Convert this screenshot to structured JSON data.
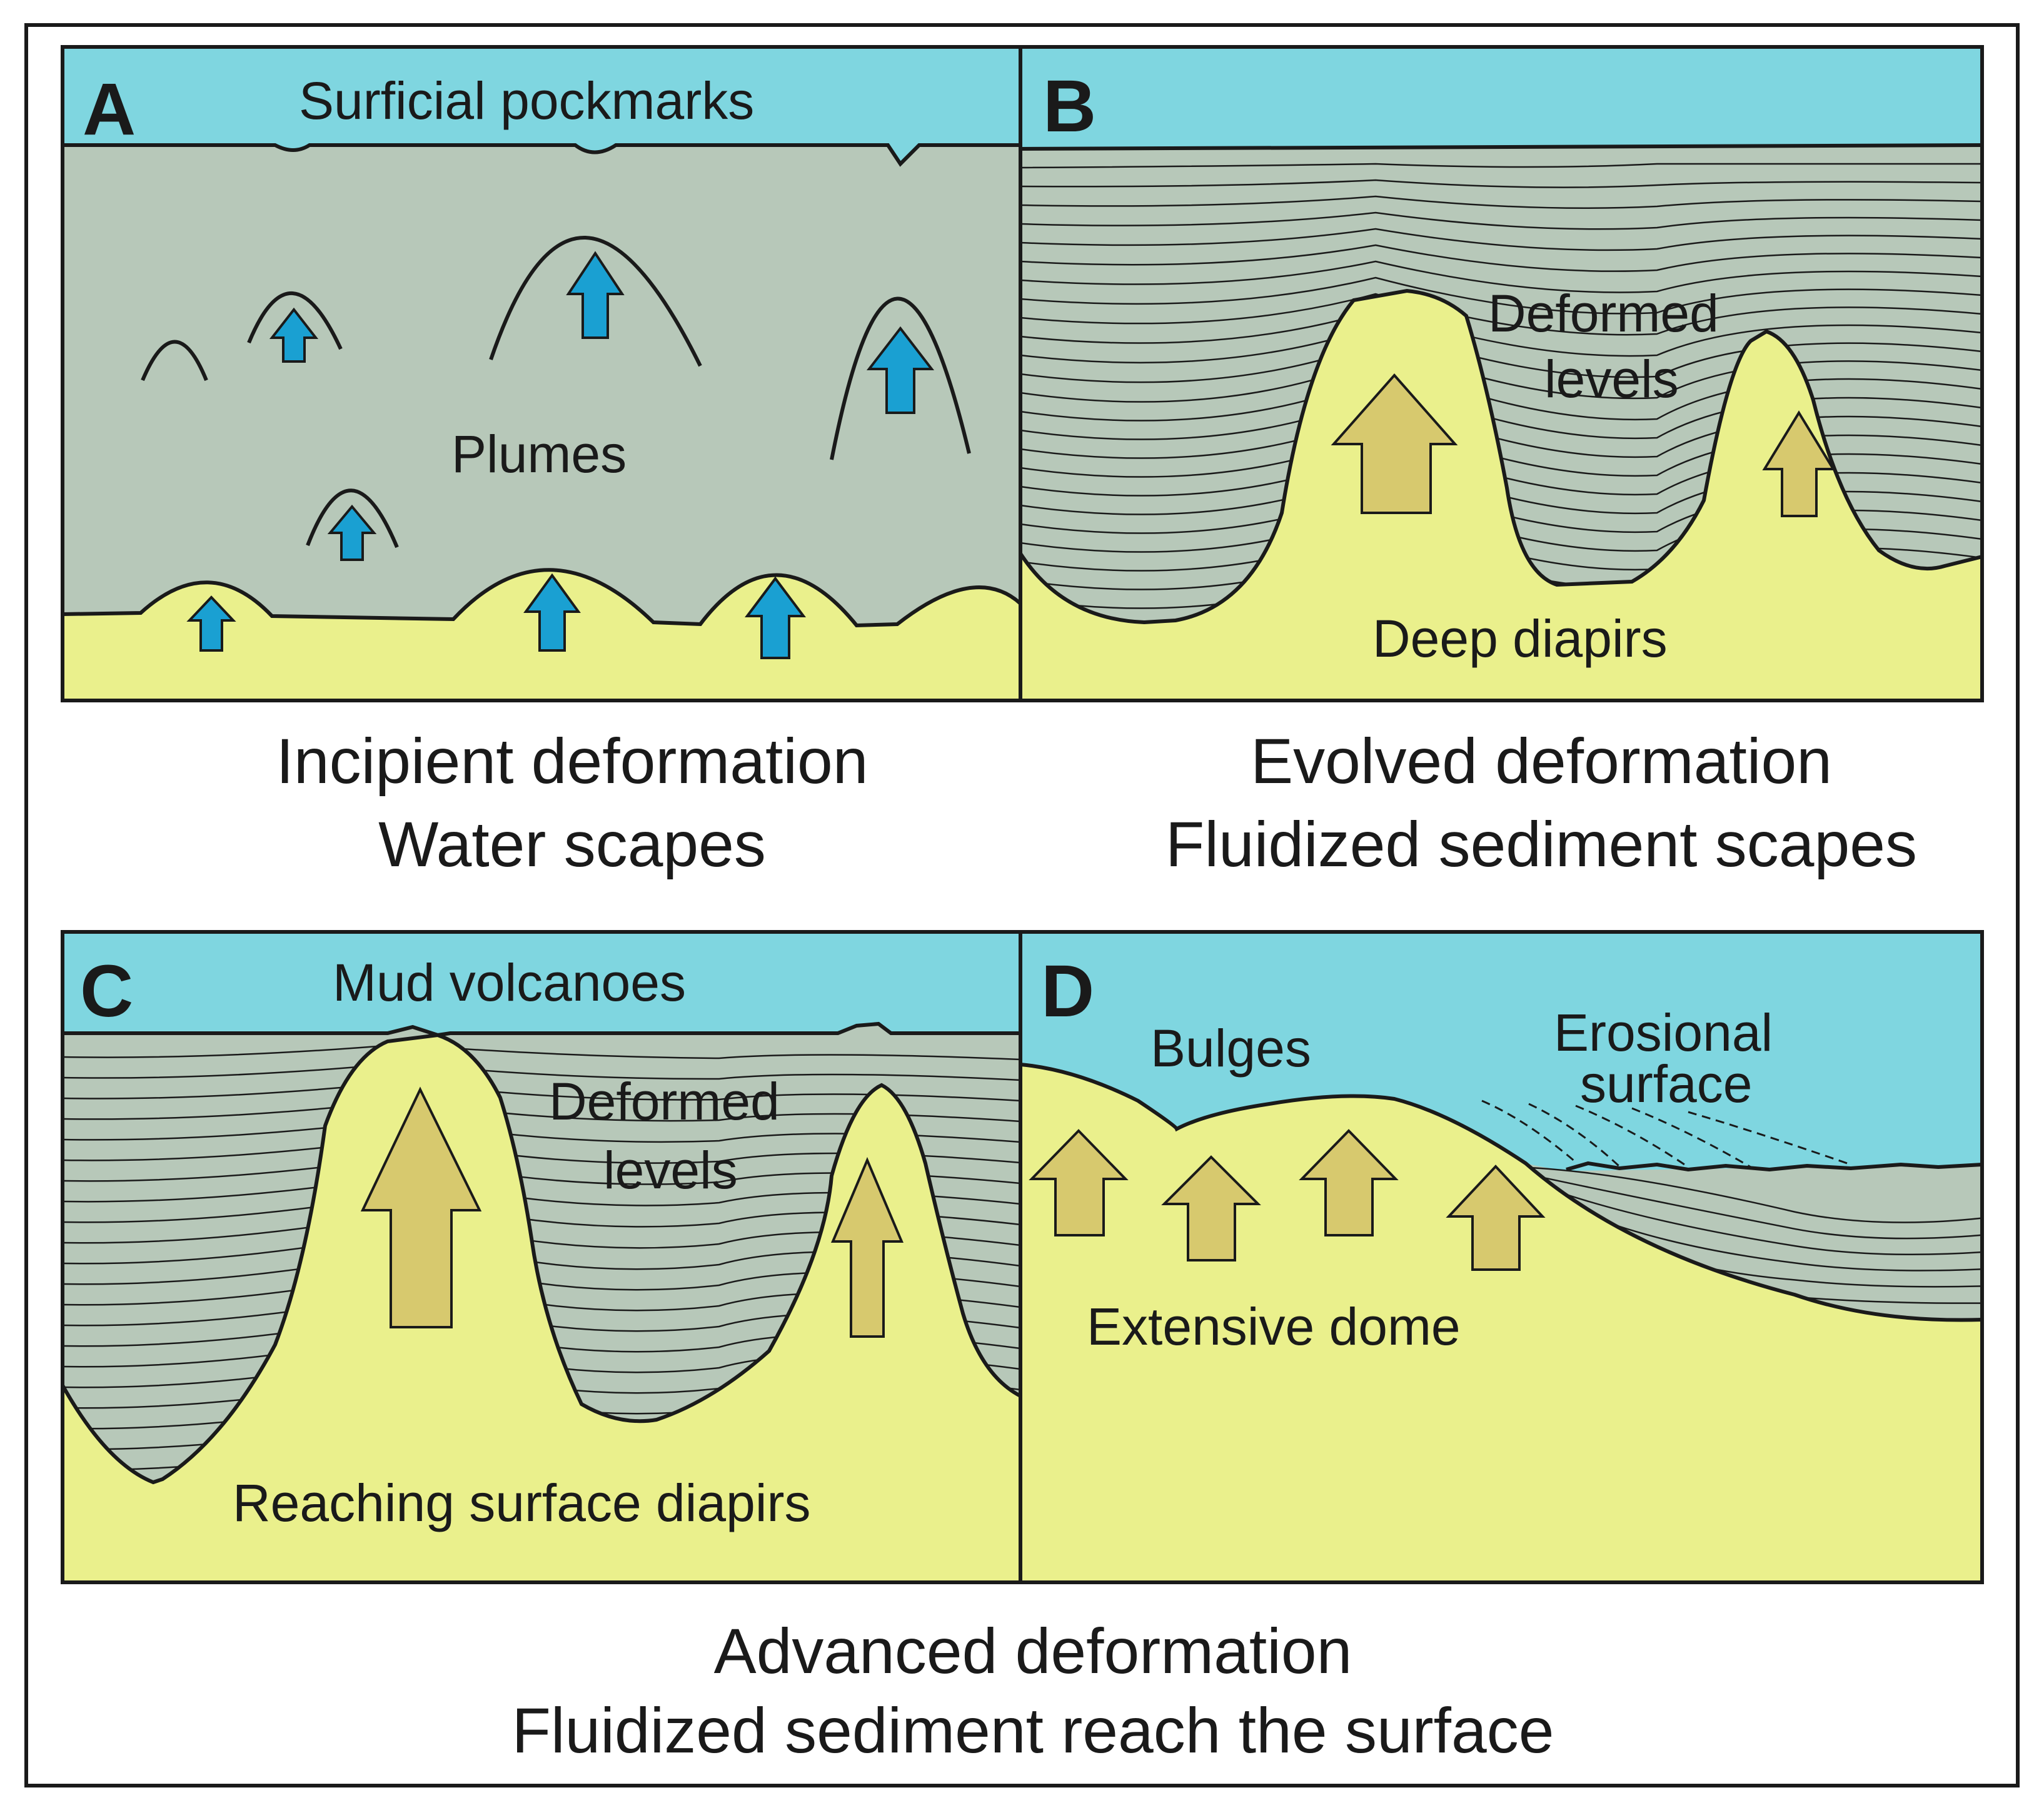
{
  "panels": {
    "a": {
      "letter": "A",
      "labels": {
        "pockmarks": "Surficial pockmarks",
        "plumes": "Plumes"
      }
    },
    "b": {
      "letter": "B",
      "labels": {
        "deformed_1": "Deformed",
        "deformed_2": "levels",
        "diapirs": "Deep diapirs"
      }
    },
    "c": {
      "letter": "C",
      "labels": {
        "volcanoes": "Mud volcanoes",
        "deformed_1": "Deformed",
        "deformed_2": "levels",
        "diapirs": "Reaching surface diapirs"
      }
    },
    "d": {
      "letter": "D",
      "labels": {
        "bulges": "Bulges",
        "erosional_1": "Erosional",
        "erosional_2": "surface",
        "dome": "Extensive dome"
      }
    }
  },
  "captions": {
    "ab_left_1": "Incipient deformation",
    "ab_left_2": "Water scapes",
    "ab_right_1": "Evolved deformation",
    "ab_right_2": "Fluidized sediment scapes",
    "cd_1": "Advanced deformation",
    "cd_2": "Fluidized sediment reach the surface"
  },
  "colors": {
    "water": "#7fd6e0",
    "mud": "#b7c8b9",
    "sand": "#eaf08c",
    "arrow_fluid": "#1aa0d2",
    "arrow_sediment": "#d7c96e",
    "outline": "#1a1a1a"
  }
}
